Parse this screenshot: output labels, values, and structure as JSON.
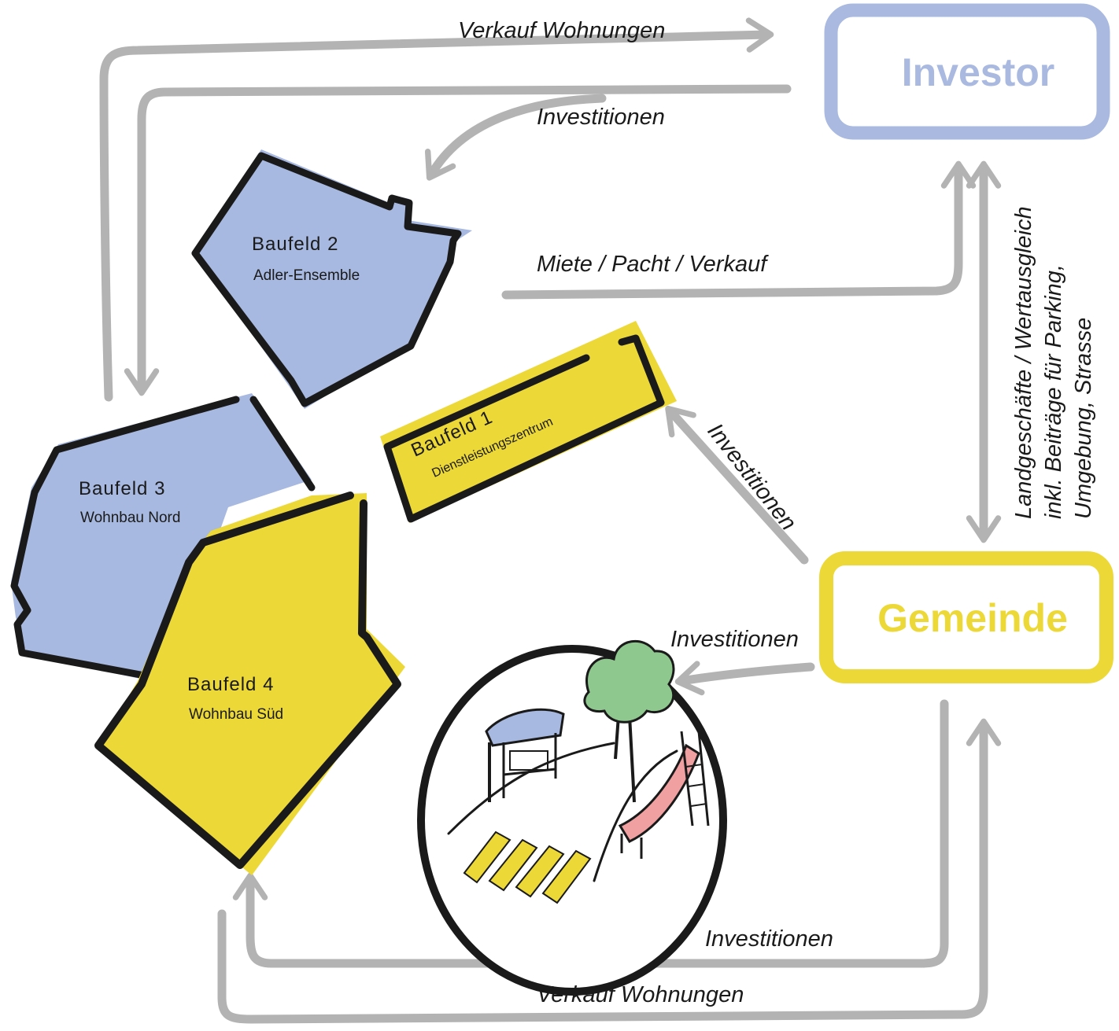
{
  "actors": {
    "investor": {
      "label": "Investor",
      "color": "#a9b9e0"
    },
    "gemeinde": {
      "label": "Gemeinde",
      "color": "#ecd837"
    }
  },
  "fields": {
    "baufeld_1": {
      "title": "Baufeld 1",
      "subtitle": "Dienstleistungszentrum",
      "color": "#ecd837"
    },
    "baufeld_2": {
      "title": "Baufeld 2",
      "subtitle": "Adler-Ensemble",
      "color": "#a7b9e0"
    },
    "baufeld_3": {
      "title": "Baufeld 3",
      "subtitle": "Wohnbau Nord",
      "color": "#a7b9e0"
    },
    "baufeld_4": {
      "title": "Baufeld 4",
      "subtitle": "Wohnbau Süd",
      "color": "#ecd837"
    }
  },
  "flows": {
    "top_sale": "Verkauf Wohnungen",
    "top_invest": "Investitionen",
    "rent": "Miete / Pacht / Verkauf",
    "invest_baufeld_1": "Investitionen",
    "invest_public": "Investitionen",
    "bottom_invest": "Investitionen",
    "bottom_sale": "Verkauf Wohnungen",
    "compensation": [
      "Landgeschäfte / Wertausgleich",
      "inkl. Beiträge für Parking,",
      "Umgebung, Strasse"
    ]
  },
  "icons": {
    "public_space": "park-playground-crosswalk-icon"
  }
}
